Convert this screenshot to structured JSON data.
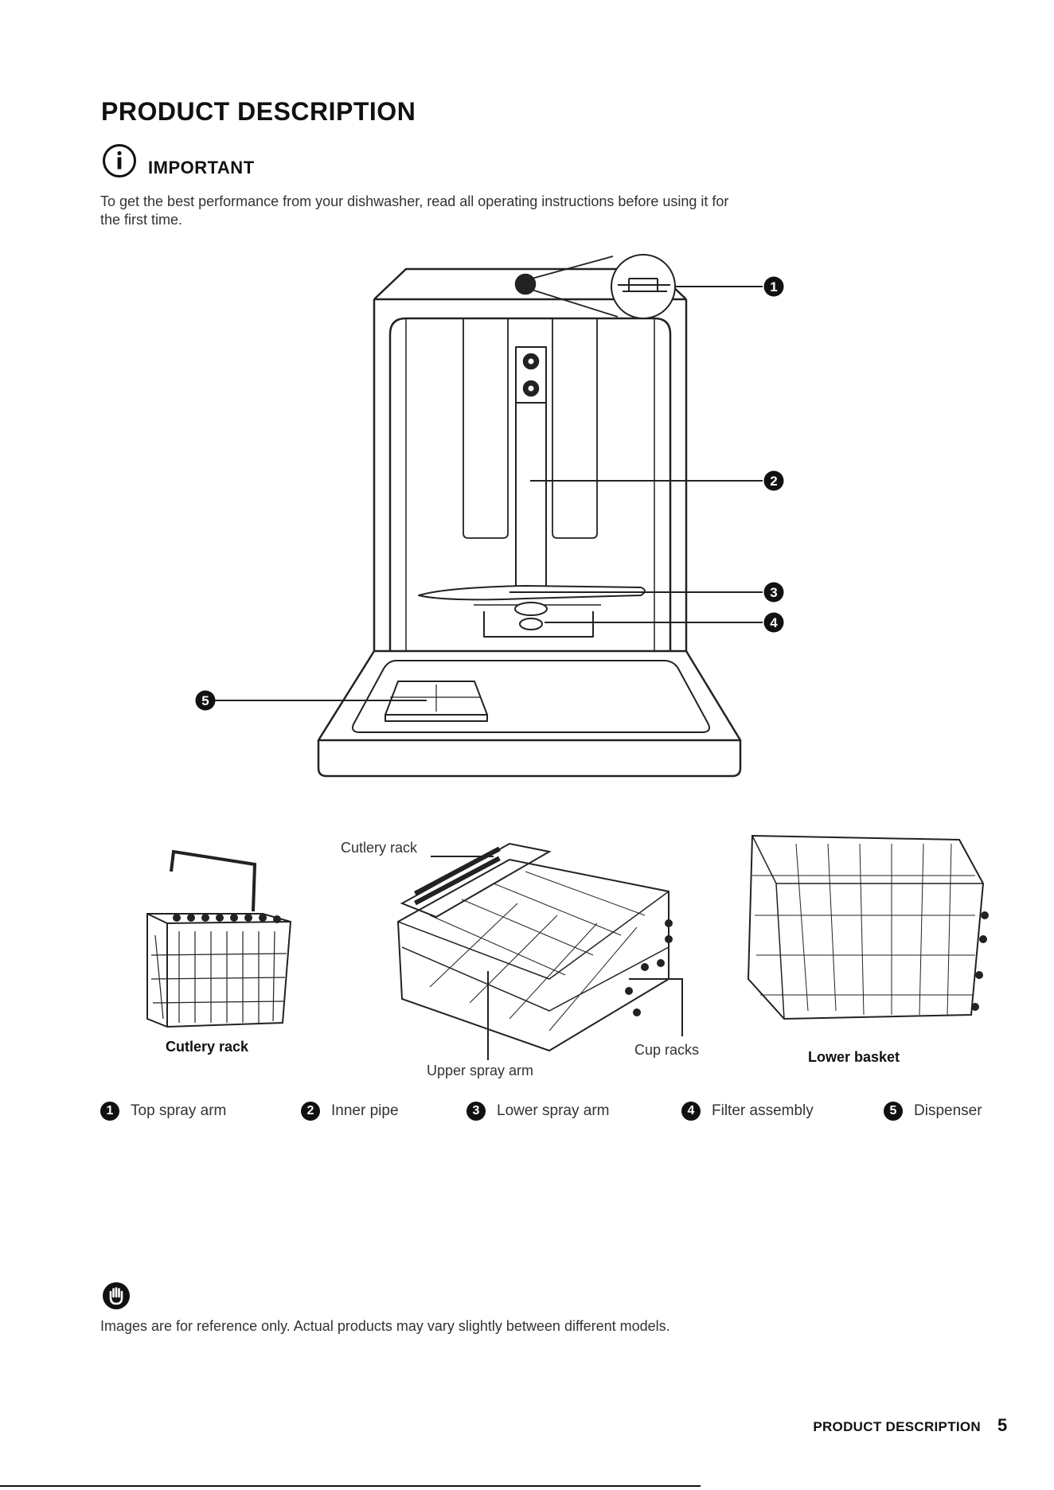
{
  "page": {
    "title": "PRODUCT DESCRIPTION",
    "important_heading": "IMPORTANT",
    "intro_text": "To get the best performance from your dishwasher, read all operating instructions before using it for the first time.",
    "diagram_callouts": [
      "1",
      "2",
      "3",
      "4",
      "5"
    ],
    "photo_captions": {
      "cutlery_rack_top": "Cutlery rack",
      "cutlery_rack_bottom": "Cutlery rack",
      "upper_spray_arm": "Upper spray arm",
      "cup_racks": "Cup racks",
      "lower_basket": "Lower basket"
    },
    "legend": [
      {
        "num": "1",
        "label": "Top spray arm"
      },
      {
        "num": "2",
        "label": "Inner pipe"
      },
      {
        "num": "3",
        "label": "Lower spray arm"
      },
      {
        "num": "4",
        "label": "Filter assembly"
      },
      {
        "num": "5",
        "label": "Dispenser"
      }
    ],
    "note_text": "Images are for reference only. Actual products may vary slightly between different models.",
    "footer_label": "PRODUCT DESCRIPTION",
    "page_number": "5"
  },
  "icons": [
    "info-icon",
    "hand-stop-icon"
  ]
}
